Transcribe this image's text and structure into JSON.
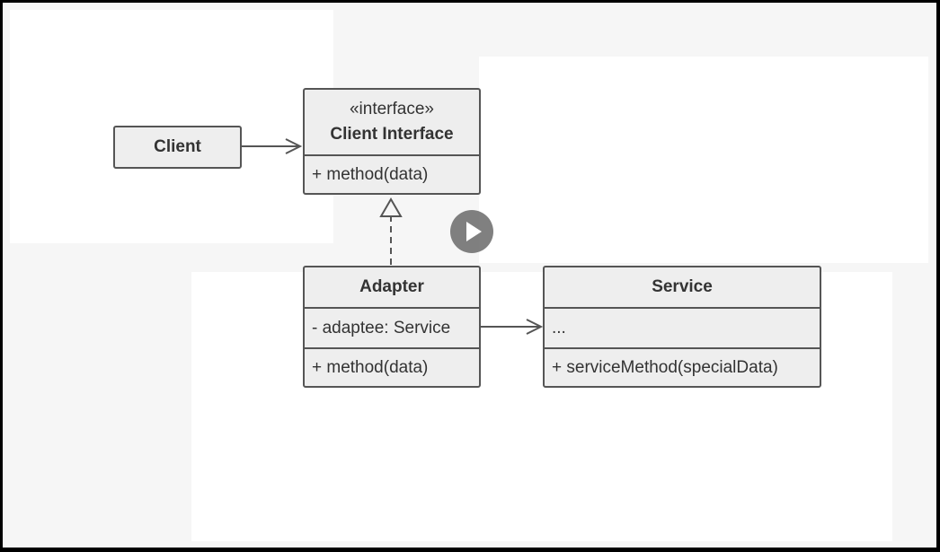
{
  "diagram": {
    "client": {
      "label": "Client"
    },
    "client_interface": {
      "stereotype": "«interface»",
      "name": "Client Interface",
      "method": "+ method(data)"
    },
    "adapter": {
      "name": "Adapter",
      "field": "- adaptee: Service",
      "method": "+ method(data)"
    },
    "service": {
      "name": "Service",
      "field": "...",
      "method": "+ serviceMethod(specialData)"
    }
  },
  "player": {
    "play_icon": "play-icon"
  },
  "colors": {
    "outline": "#555555",
    "box_fill": "#eeeeee",
    "text": "#333333",
    "background": "#f6f6f6",
    "frame": "#000000"
  }
}
